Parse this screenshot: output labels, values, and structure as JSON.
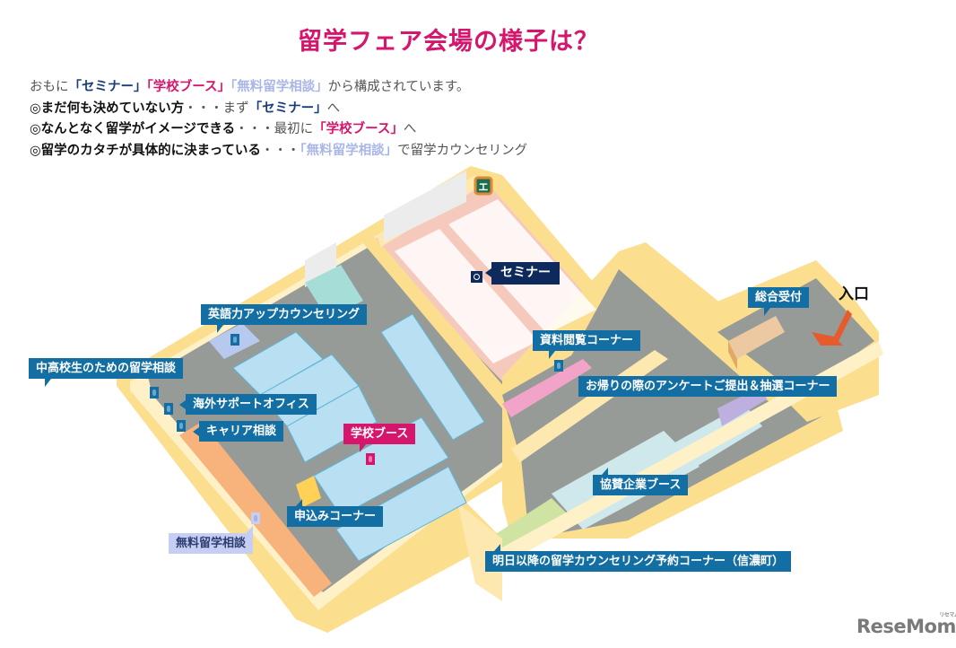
{
  "title": "留学フェア会場の様子は？",
  "intro": {
    "line1": {
      "prefix": "おもに",
      "seminar": "「セミナー」",
      "school": "「学校ブース」",
      "free": "「無料留学相談」",
      "suffix": "から構成されています。"
    },
    "line2": {
      "bullet": "◎",
      "bold": "まだ何も決めていない方",
      "dots": "・・・",
      "mid": "まず",
      "target": "「セミナー」",
      "suffix": "へ"
    },
    "line3": {
      "bullet": "◎",
      "bold": "なんとなく留学がイメージできる",
      "dots": "・・・",
      "mid": "最初に",
      "target": "「学校ブース」",
      "suffix": "へ"
    },
    "line4": {
      "bullet": "◎",
      "bold": "留学のカタチが具体的に決まっている",
      "dots": "・・・",
      "target": "「無料留学相談」",
      "suffix": "で留学カウンセリング"
    }
  },
  "colors": {
    "title": "#d5166c",
    "seminar": "#1a3f78",
    "school": "#d5166c",
    "free": "#a9b6e6",
    "label_blue": "#136fa3",
    "label_navy": "#0e2a5c",
    "wall": "#fbdf8e",
    "floor": "#979b98",
    "seminar_floor": "#f6c9bd",
    "booth": "#b9e0f2",
    "arrow": "#e55b2e"
  },
  "map": {
    "labels": {
      "seminar": "セミナー",
      "english_counseling": "英語力アップカウンセリング",
      "junior_high_consult": "中高校生のための留学相談",
      "overseas_support": "海外サポートオフィス",
      "career_consult": "キャリア相談",
      "school_booth": "学校ブース",
      "application_corner": "申込みコーナー",
      "free_consult": "無料留学相談",
      "reading_corner": "資料閲覧コーナー",
      "survey_lottery": "お帰りの際のアンケートご提出＆抽選コーナー",
      "reception": "総合受付",
      "sponsor_booth": "協賛企業ブース",
      "reservation_corner": "明日以降の留学カウンセリング予約コーナー（信濃町）",
      "entrance": "入口",
      "elevator_icon": "エ"
    }
  },
  "logo": {
    "text": "ReseMom.",
    "ruby": "リセマム"
  }
}
